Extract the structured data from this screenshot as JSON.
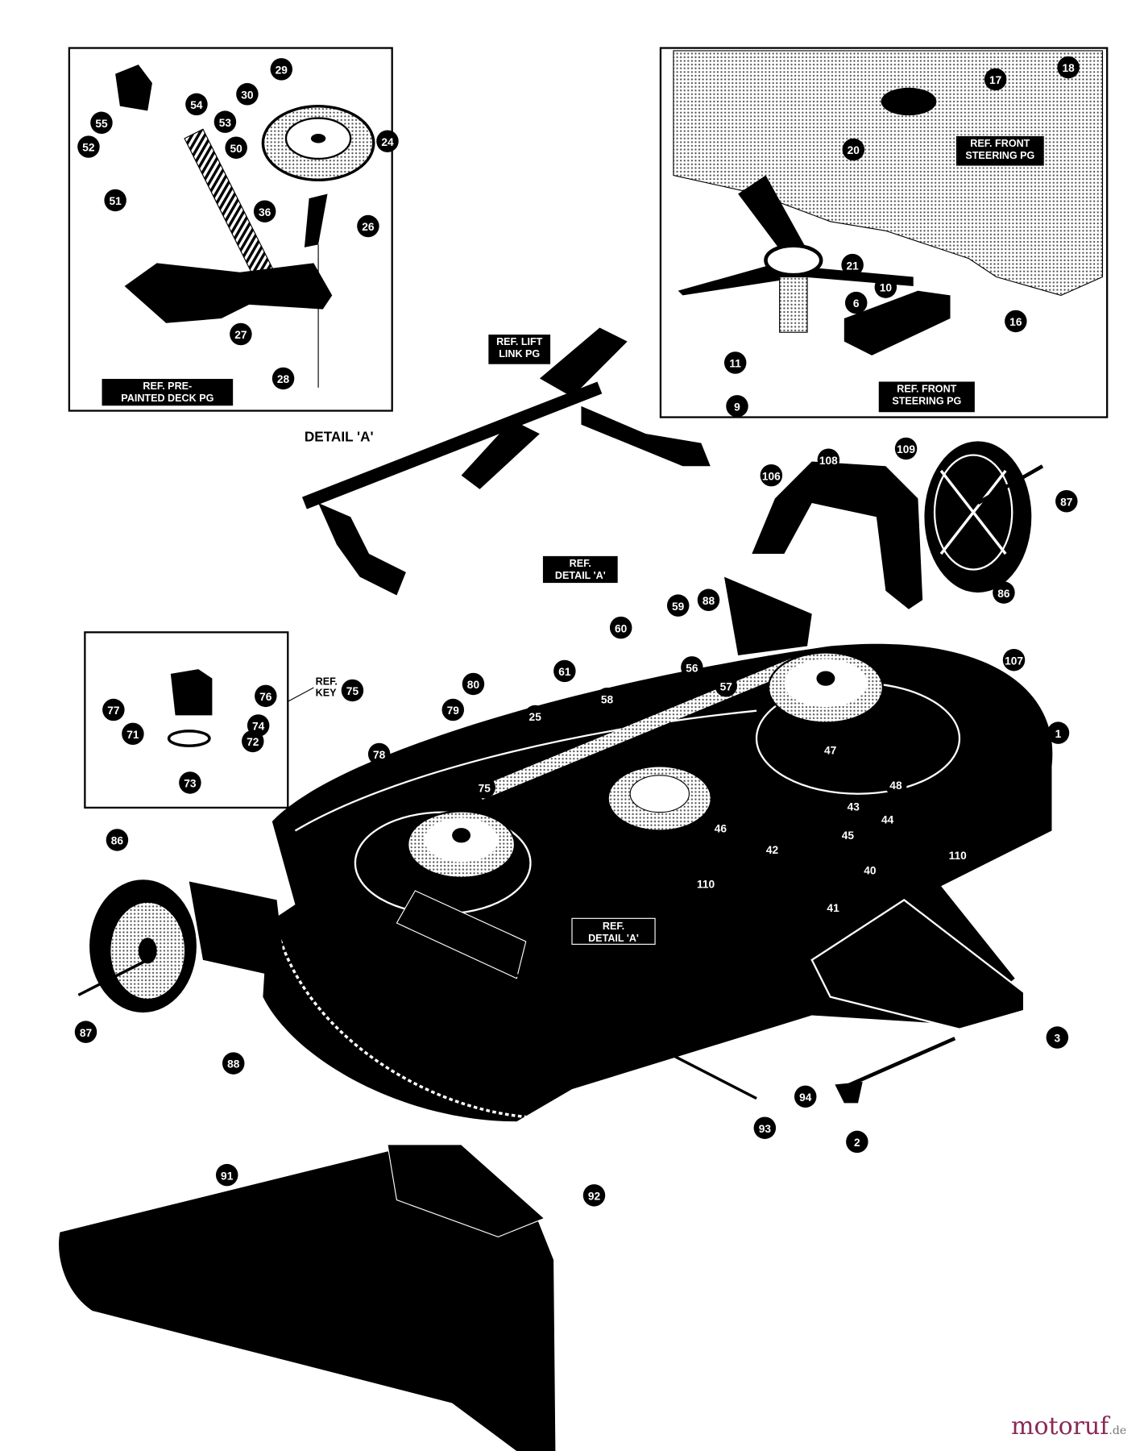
{
  "diagram": {
    "detail_title": "DETAIL 'A'",
    "ref_labels": [
      {
        "line1": "REF. PRE-",
        "line2": "PAINTED DECK PG"
      },
      {
        "line1": "REF. FRONT",
        "line2": "STEERING PG"
      },
      {
        "line1": "REF. FRONT",
        "line2": "STEERING PG"
      },
      {
        "line1": "REF. LIFT",
        "line2": "LINK PG"
      },
      {
        "line1": "REF.",
        "line2": "DETAIL 'A'"
      },
      {
        "line1": "REF.",
        "line2": "DETAIL 'A'"
      }
    ],
    "ref_key": {
      "line1": "REF.",
      "line2": "KEY"
    },
    "callouts": [
      "29",
      "30",
      "54",
      "53",
      "55",
      "52",
      "50",
      "24",
      "51",
      "36",
      "26",
      "27",
      "28",
      "18",
      "17",
      "20",
      "21",
      "10",
      "6",
      "16",
      "11",
      "9",
      "109",
      "108",
      "106",
      "87",
      "86",
      "60",
      "59",
      "88",
      "61",
      "56",
      "58",
      "57",
      "107",
      "1",
      "80",
      "79",
      "25",
      "78",
      "75",
      "47",
      "48",
      "43",
      "44",
      "45",
      "46",
      "42",
      "40",
      "110",
      "110",
      "41",
      "76",
      "77",
      "74",
      "71",
      "72",
      "73",
      "75",
      "86",
      "87",
      "88",
      "3",
      "94",
      "93",
      "2",
      "91",
      "92"
    ],
    "colors": {
      "ink": "#000000",
      "paper": "#ffffff",
      "screen_tone": "#c8c8c8"
    }
  },
  "watermark": {
    "brand": "motoruf",
    "suffix": ".de"
  }
}
